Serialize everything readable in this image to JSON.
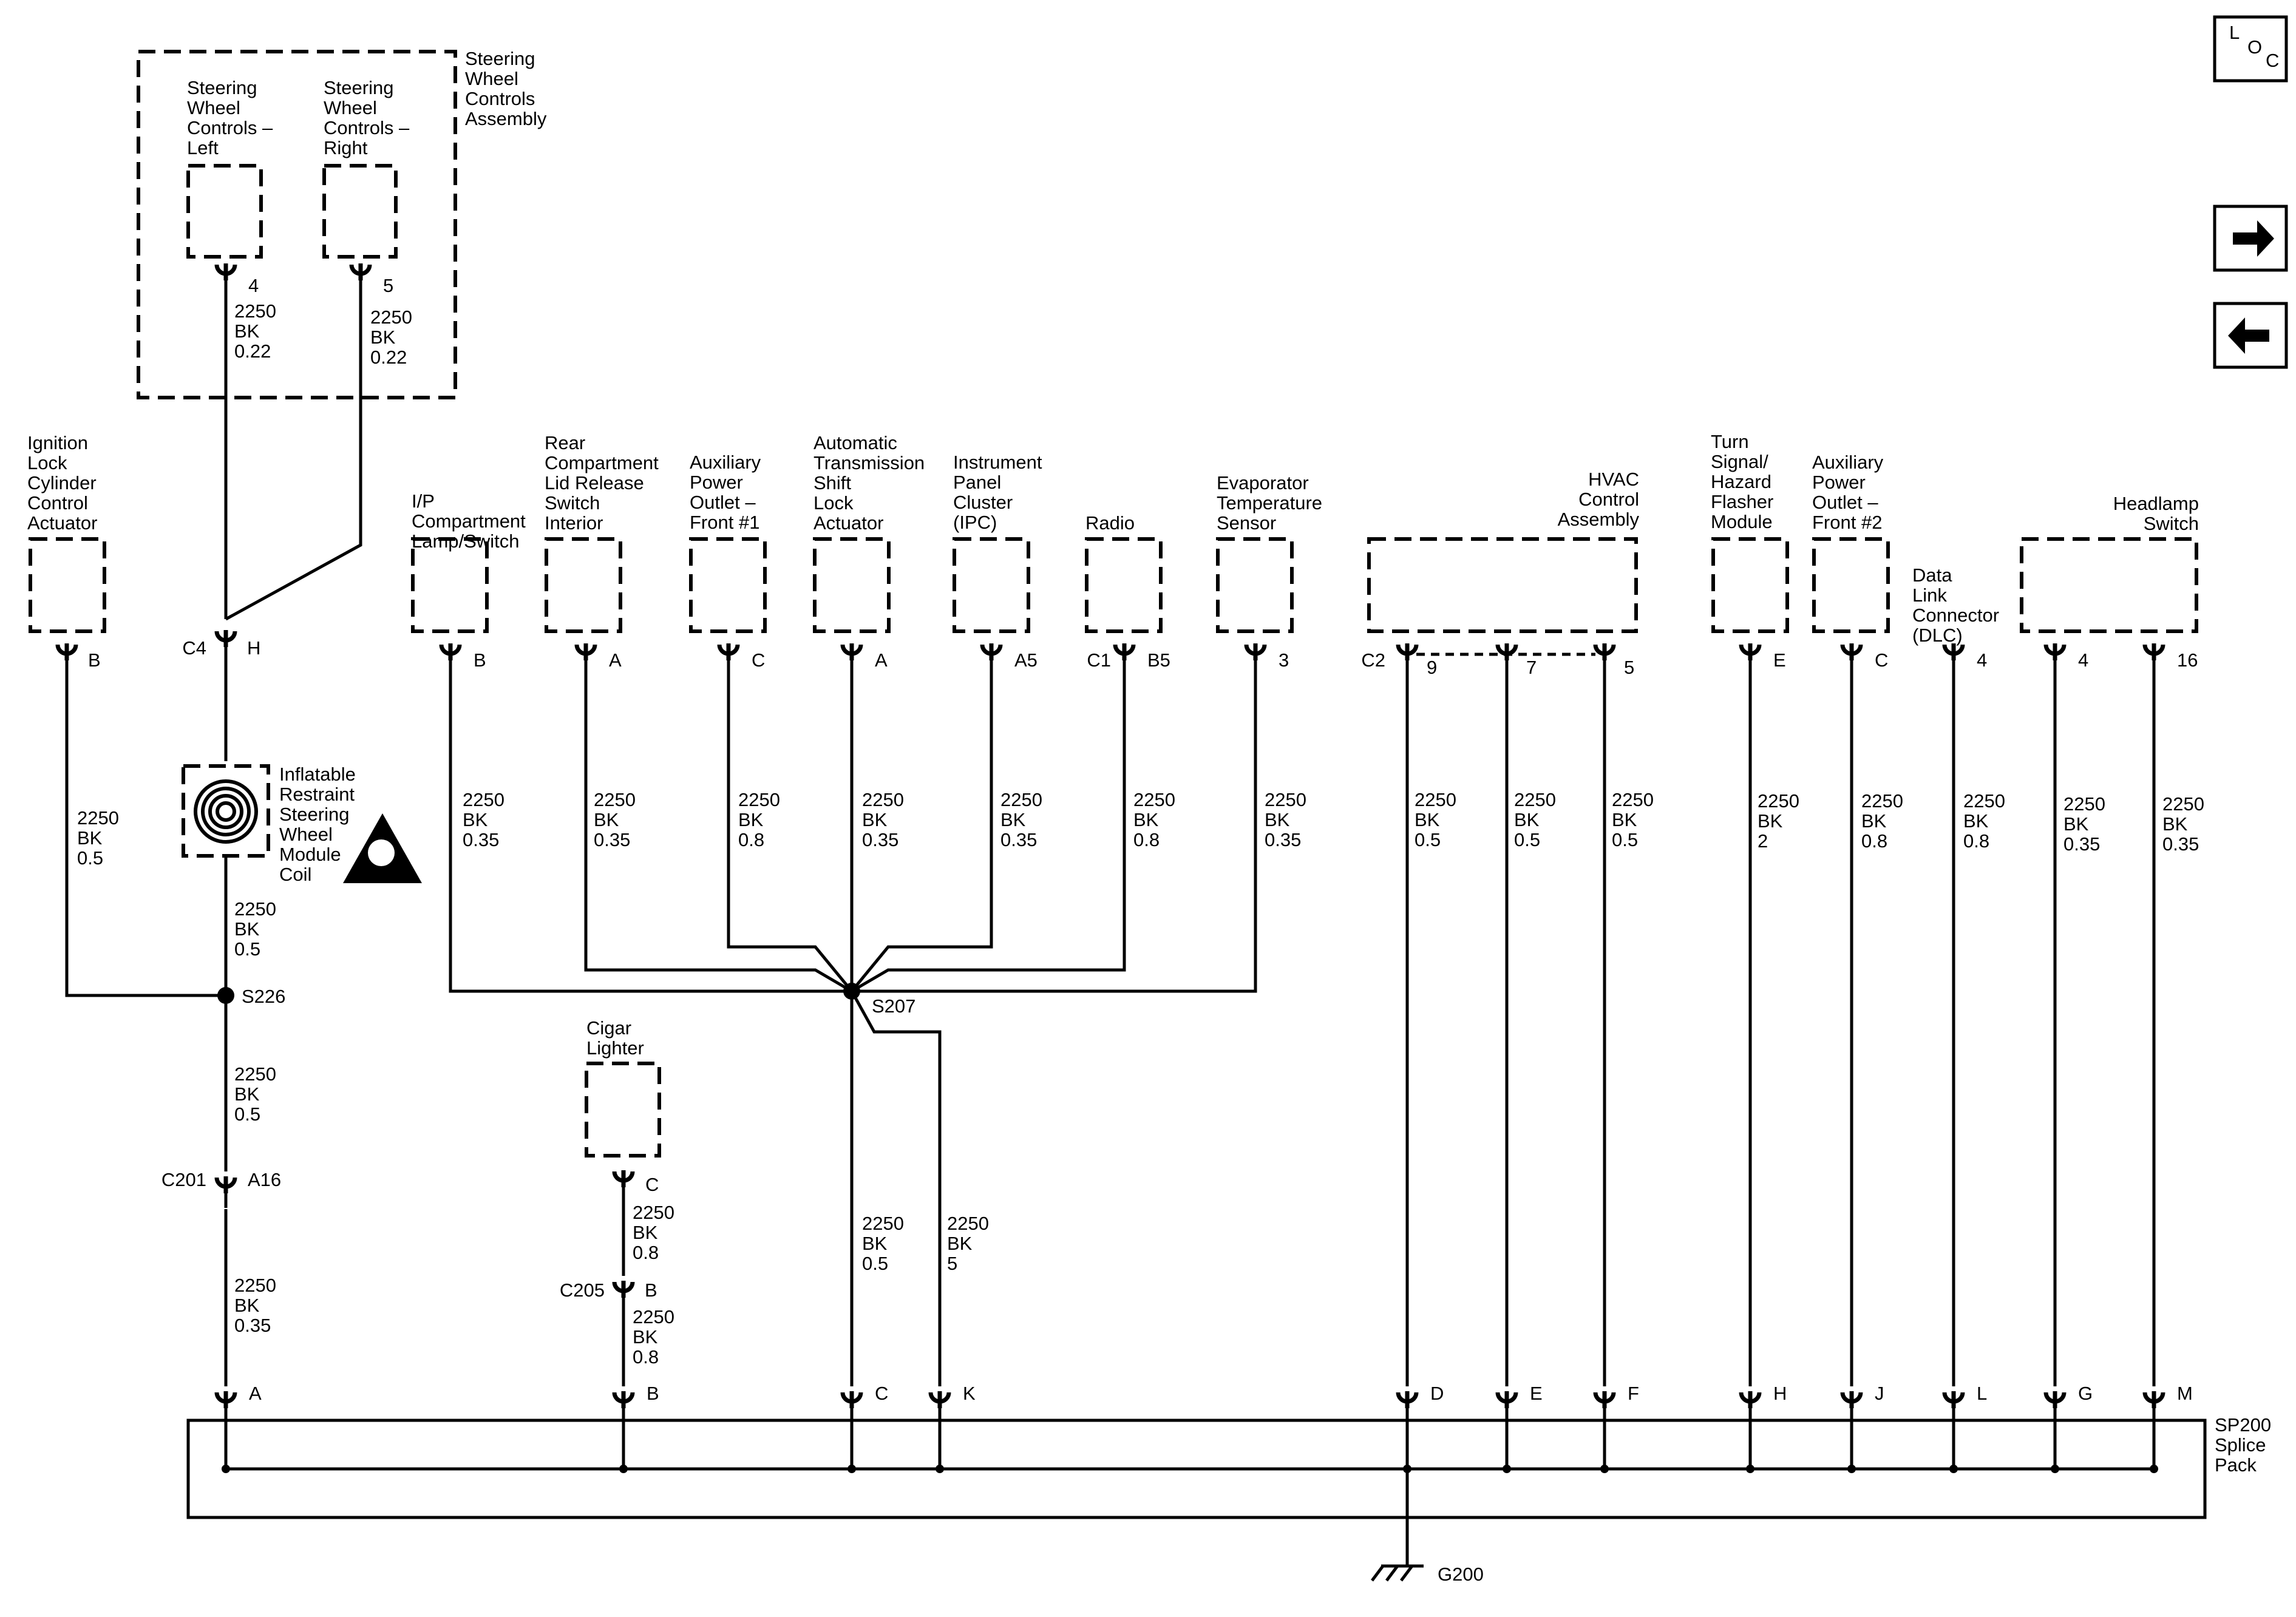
{
  "nav": {
    "loc_letters": [
      "L",
      "O",
      "C"
    ],
    "next_icon": "arrow-right-icon",
    "prev_icon": "arrow-left-icon"
  },
  "steering_assembly": {
    "title": [
      "Steering",
      "Wheel",
      "Controls",
      "Assembly"
    ],
    "left_label": [
      "Steering",
      "Wheel",
      "Controls –",
      "Left"
    ],
    "right_label": [
      "Steering",
      "Wheel",
      "Controls –",
      "Right"
    ],
    "left_pin": "4",
    "right_pin": "5",
    "left_wire": [
      "2250",
      "BK",
      "0.22"
    ],
    "right_wire": [
      "2250",
      "BK",
      "0.22"
    ]
  },
  "c4": {
    "name": "C4",
    "pin": "H"
  },
  "ignition": {
    "label": [
      "Ignition",
      "Lock",
      "Cylinder",
      "Control",
      "Actuator"
    ],
    "pin": "B",
    "wire": [
      "2250",
      "BK",
      "0.5"
    ]
  },
  "airbag_coil": {
    "label": [
      "Inflatable",
      "Restraint",
      "Steering",
      "Wheel",
      "Module",
      "Coil"
    ],
    "wire": [
      "2250",
      "BK",
      "0.5"
    ],
    "warning_icon": "airbag-warning-icon"
  },
  "s226": {
    "name": "S226",
    "wire": [
      "2250",
      "BK",
      "0.5"
    ]
  },
  "c201": {
    "name": "C201",
    "pin": "A16",
    "wire": [
      "2250",
      "BK",
      "0.35"
    ]
  },
  "components": [
    {
      "label": [
        "I/P",
        "Compartment",
        "Lamp/Switch"
      ],
      "pin": "B",
      "wire": [
        "2250",
        "BK",
        "0.35"
      ]
    },
    {
      "label": [
        "Rear",
        "Compartment",
        "Lid Release",
        "Switch",
        "Interior"
      ],
      "pin": "A",
      "wire": [
        "2250",
        "BK",
        "0.35"
      ]
    },
    {
      "label": [
        "Auxiliary",
        "Power",
        "Outlet –",
        "Front #1"
      ],
      "pin": "C",
      "wire": [
        "2250",
        "BK",
        "0.8"
      ]
    },
    {
      "label": [
        "Automatic",
        "Transmission",
        "Shift",
        "Lock",
        "Actuator"
      ],
      "pin": "A",
      "wire": [
        "2250",
        "BK",
        "0.35"
      ]
    },
    {
      "label": [
        "Instrument",
        "Panel",
        "Cluster",
        "(IPC)"
      ],
      "pin": "A5",
      "wire": [
        "2250",
        "BK",
        "0.35"
      ]
    },
    {
      "label": [
        "Radio"
      ],
      "conn": "C1",
      "pin": "B5",
      "wire": [
        "2250",
        "BK",
        "0.8"
      ]
    },
    {
      "label": [
        "Evaporator",
        "Temperature",
        "Sensor"
      ],
      "pin": "3",
      "wire": [
        "2250",
        "BK",
        "0.35"
      ]
    }
  ],
  "s207": {
    "name": "S207",
    "wire_c": [
      "2250",
      "BK",
      "0.5"
    ],
    "wire_k": [
      "2250",
      "BK",
      "5"
    ]
  },
  "cigar": {
    "label": [
      "Cigar",
      "Lighter"
    ],
    "pin": "C",
    "wire1": [
      "2250",
      "BK",
      "0.8"
    ],
    "conn": "C205",
    "conn_pin": "B",
    "wire2": [
      "2250",
      "BK",
      "0.8"
    ]
  },
  "hvac": {
    "label": [
      "HVAC",
      "Control",
      "Assembly"
    ],
    "conn": "C2",
    "pins": [
      "9",
      "7",
      "5"
    ],
    "wires": [
      [
        "2250",
        "BK",
        "0.5"
      ],
      [
        "2250",
        "BK",
        "0.5"
      ],
      [
        "2250",
        "BK",
        "0.5"
      ]
    ]
  },
  "turn_signal": {
    "label": [
      "Turn",
      "Signal/",
      "Hazard",
      "Flasher",
      "Module"
    ],
    "pin": "E",
    "wire": [
      "2250",
      "BK",
      "2"
    ]
  },
  "aux2": {
    "label": [
      "Auxiliary",
      "Power",
      "Outlet –",
      "Front #2"
    ],
    "pin": "C",
    "wire": [
      "2250",
      "BK",
      "0.8"
    ]
  },
  "dlc": {
    "label": [
      "Data",
      "Link",
      "Connector",
      "(DLC)"
    ],
    "pin": "4",
    "wire": [
      "2250",
      "BK",
      "0.8"
    ]
  },
  "headlamp": {
    "label": [
      "Headlamp",
      "Switch"
    ],
    "pins": [
      "4",
      "16"
    ],
    "wires": [
      [
        "2250",
        "BK",
        "0.35"
      ],
      [
        "2250",
        "BK",
        "0.35"
      ]
    ]
  },
  "splice_pack": {
    "label": [
      "SP200",
      "Splice",
      "Pack"
    ],
    "pins": [
      "A",
      "B",
      "C",
      "K",
      "D",
      "E",
      "F",
      "H",
      "J",
      "L",
      "G",
      "M"
    ]
  },
  "ground": {
    "name": "G200"
  }
}
